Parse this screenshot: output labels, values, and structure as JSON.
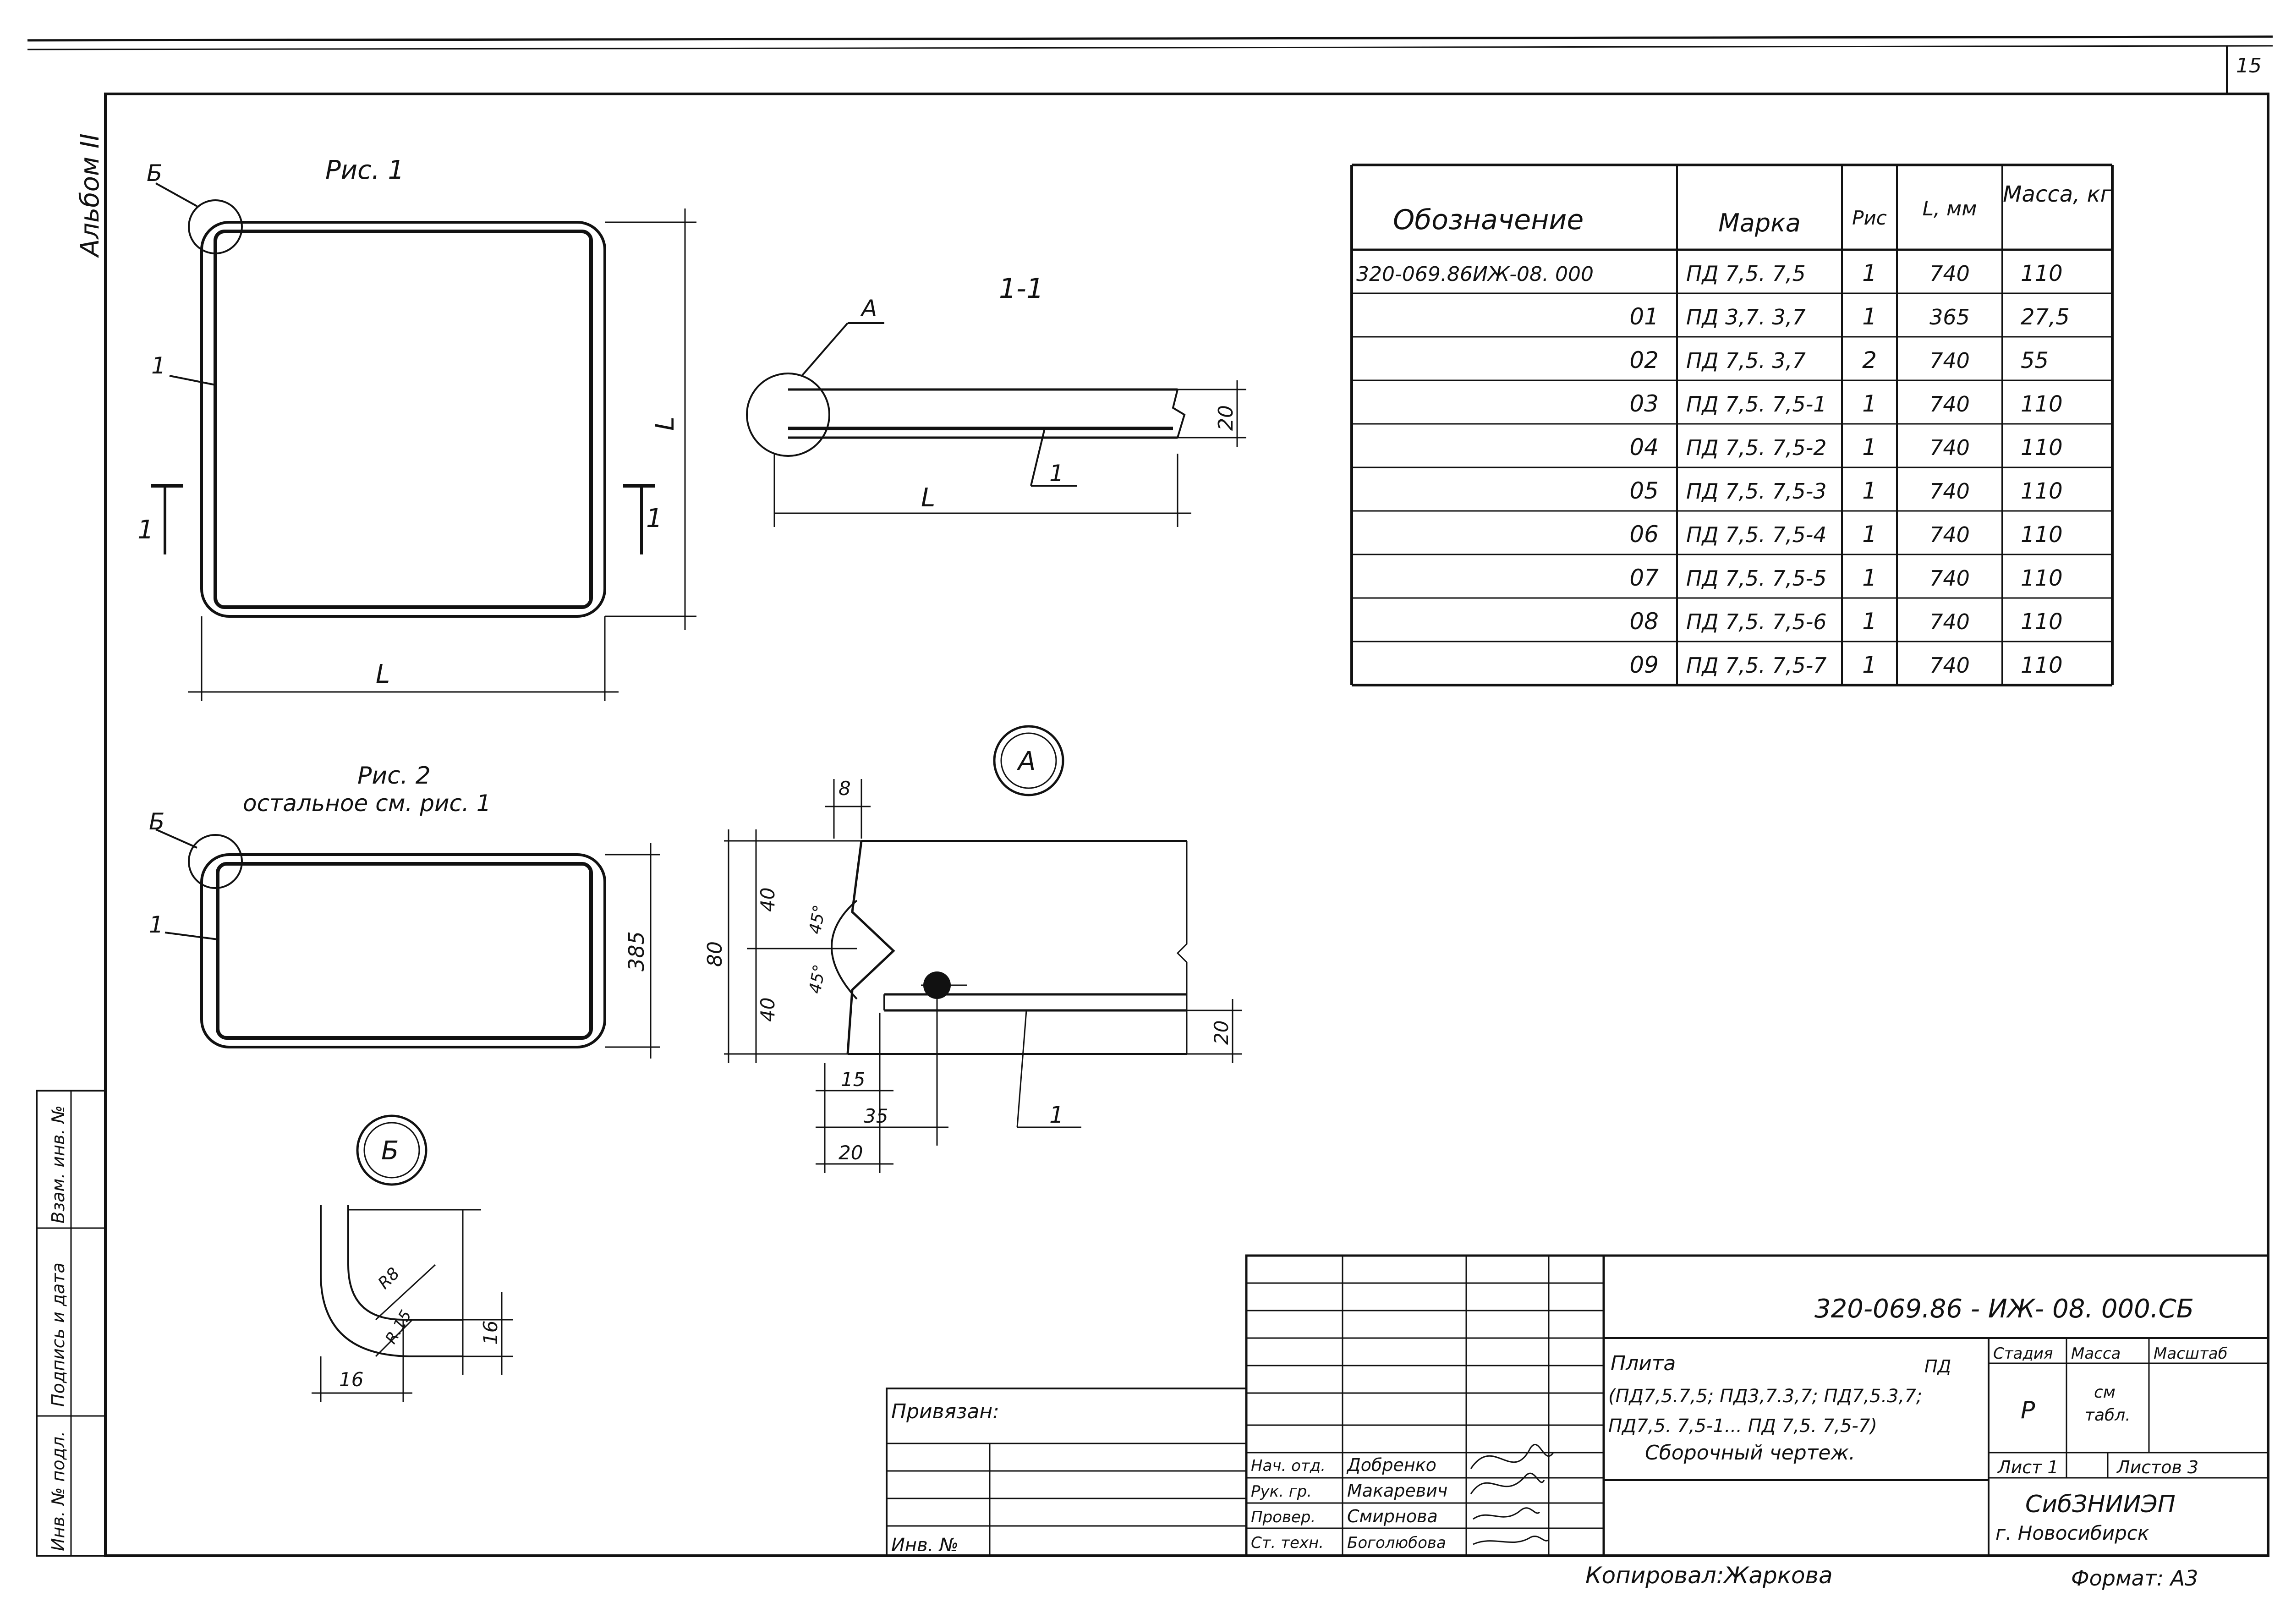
{
  "sheet": {
    "page_number": "15",
    "album_label": "Альбом II",
    "copied_by": "Копировал:Жаркова",
    "format": "Формат: А3"
  },
  "fig1": {
    "caption": "Рис. 1",
    "callout_b": "Б",
    "leader_1": "1",
    "section_mark": "1",
    "dim_l_bottom": "L",
    "dim_l_right": "L"
  },
  "section11": {
    "title": "1-1",
    "callout_a": "А",
    "dim_20": "20",
    "dim_l": "L",
    "leader_1": "1"
  },
  "fig2": {
    "caption": "Рис. 2",
    "note": "остальное см. рис. 1",
    "callout_b": "Б",
    "leader_1": "1",
    "dim_385": "385"
  },
  "detail_a": {
    "label": "А",
    "dims": {
      "d8": "8",
      "d40a": "40",
      "d40b": "40",
      "d80": "80",
      "a45a": "45°",
      "a45b": "45°",
      "d20r": "20",
      "d15": "15",
      "d35": "35",
      "d20b": "20"
    },
    "leader_1": "1"
  },
  "detail_b": {
    "label": "Б",
    "r8": "R8",
    "r15": "R.15",
    "d16v": "16",
    "d16h": "16"
  },
  "spec_table": {
    "headers": [
      "Обозначение",
      "Марка",
      "Рис",
      "L, мм",
      "Масса, кг"
    ],
    "rows": [
      [
        "320-069.86ИЖ-08. 000",
        "ПД 7,5. 7,5",
        "1",
        "740",
        "110"
      ],
      [
        "01",
        "ПД 3,7. 3,7",
        "1",
        "365",
        "27,5"
      ],
      [
        "02",
        "ПД 7,5. 3,7",
        "2",
        "740",
        "55"
      ],
      [
        "03",
        "ПД 7,5. 7,5-1",
        "1",
        "740",
        "110"
      ],
      [
        "04",
        "ПД 7,5. 7,5-2",
        "1",
        "740",
        "110"
      ],
      [
        "05",
        "ПД 7,5. 7,5-3",
        "1",
        "740",
        "110"
      ],
      [
        "06",
        "ПД 7,5. 7,5-4",
        "1",
        "740",
        "110"
      ],
      [
        "07",
        "ПД 7,5. 7,5-5",
        "1",
        "740",
        "110"
      ],
      [
        "08",
        "ПД 7,5. 7,5-6",
        "1",
        "740",
        "110"
      ],
      [
        "09",
        "ПД 7,5. 7,5-7",
        "1",
        "740",
        "110"
      ]
    ]
  },
  "left_margin": {
    "inv_podl": "Инв. № подл.",
    "podpis": "Подпись и дата",
    "vzam": "Взам. инв. №"
  },
  "title_block": {
    "doc_code": "320-069.86 - ИЖ- 08. 000.СБ",
    "privyazan": "Привязан:",
    "inv_no": "Инв. №",
    "name_line1": "Плита",
    "name_pd": "ПД",
    "name_line2": "(ПД7,5.7,5;  ПД3,7.3,7;  ПД7,5.3,7;",
    "name_line3": "ПД7,5. 7,5-1...  ПД 7,5. 7,5-7)",
    "name_line4": "Сборочный   чертеж.",
    "stadiya_h": "Стадия",
    "massa_h": "Масса",
    "masshtab_h": "Масштаб",
    "stadiya_v": "Р",
    "massa_v1": "см",
    "massa_v2": "табл.",
    "list": "Лист 1",
    "listov": "Листов 3",
    "org1": "СибЗНИИЭП",
    "org2": "г. Новосибирск",
    "roles": [
      "Нач. отд.",
      "Рук. гр.",
      "Провер.",
      "Ст. техн."
    ],
    "names": [
      "Добренко",
      "Макаревич",
      "Смирнова",
      "Боголюбова"
    ]
  }
}
